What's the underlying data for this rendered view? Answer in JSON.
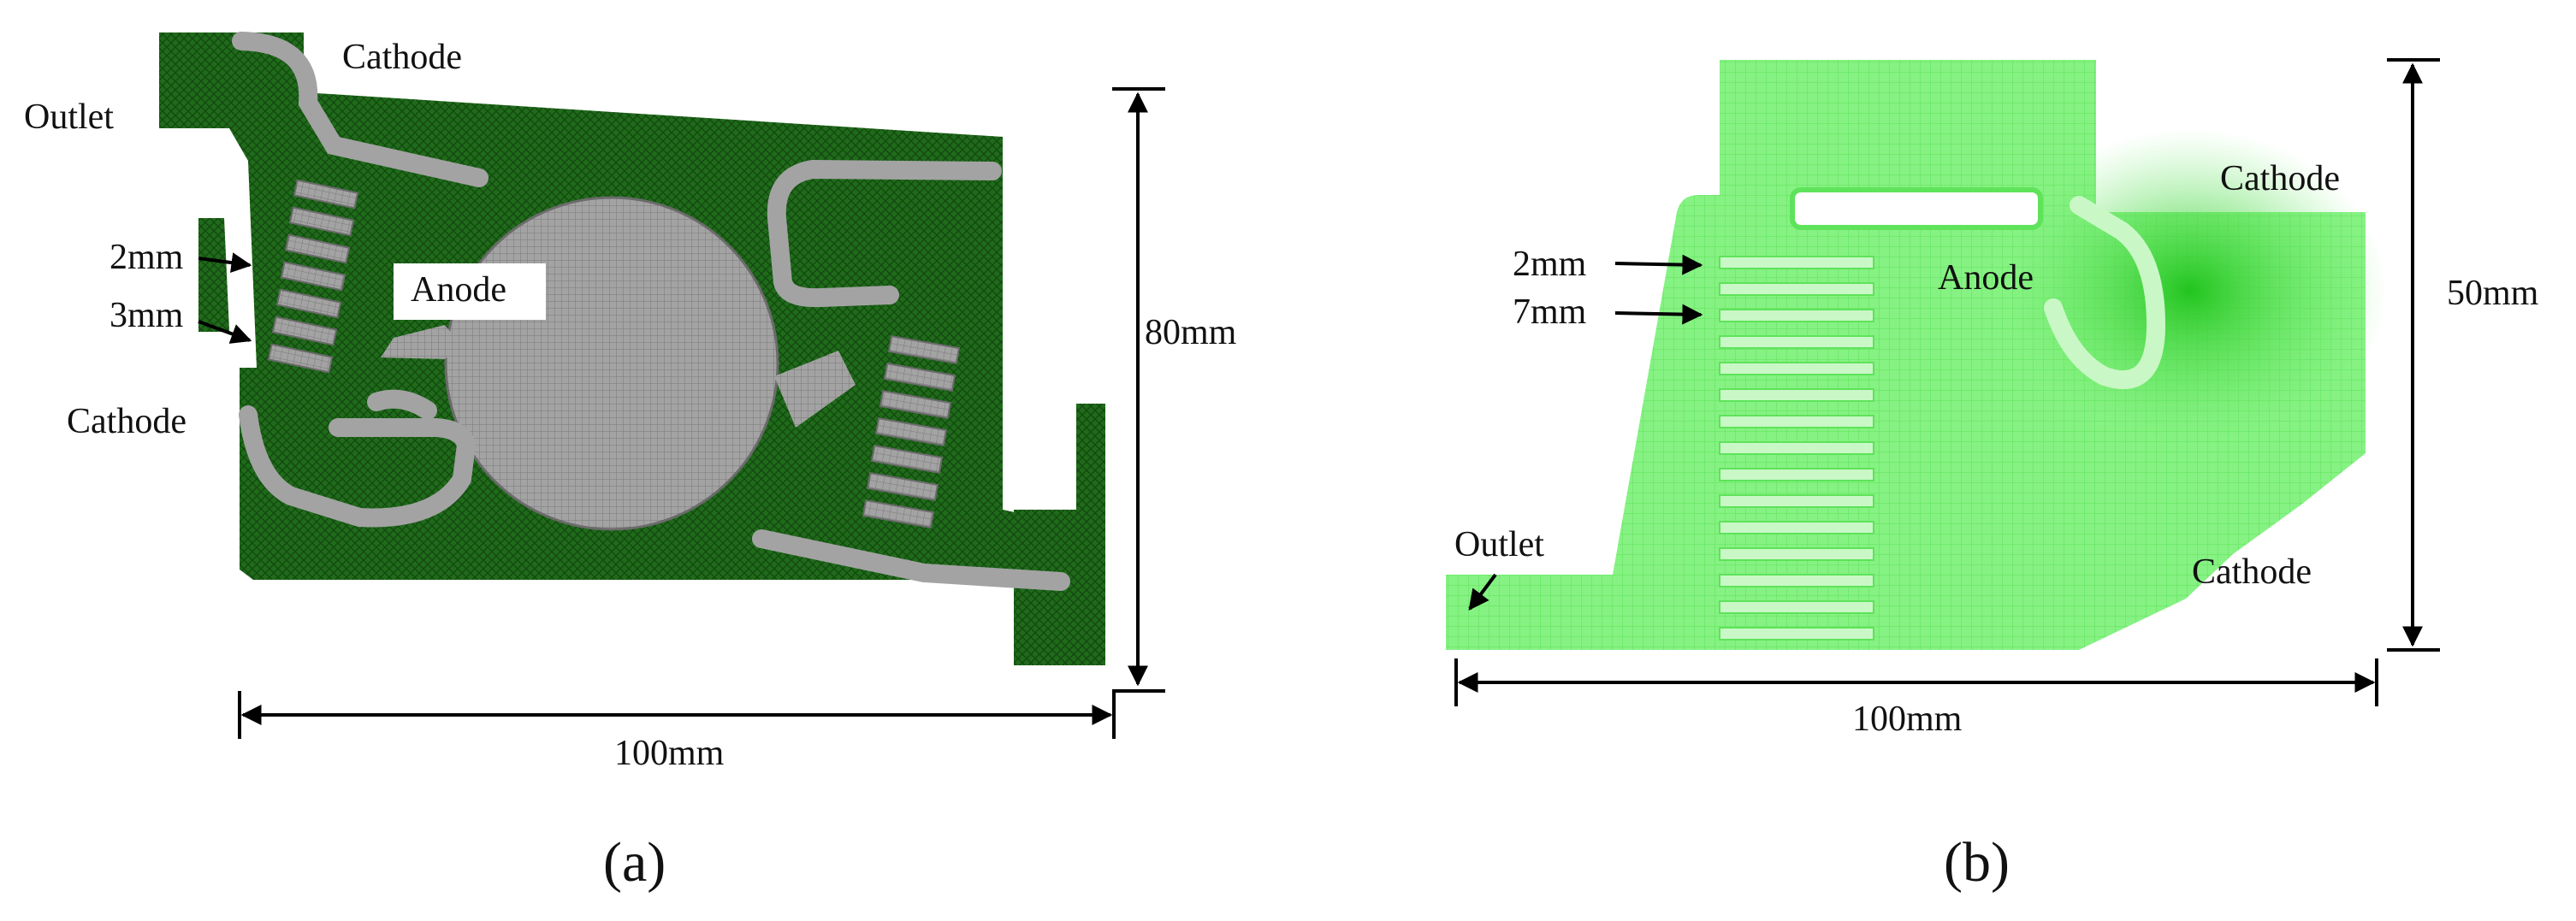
{
  "panel_a": {
    "labels": {
      "cathode_top": "Cathode",
      "outlet": "Outlet",
      "dim_2mm": "2mm",
      "dim_3mm": "3mm",
      "anode": "Anode",
      "cathode_left": "Cathode"
    },
    "dim_height": "80mm",
    "dim_width": "100mm",
    "caption": "(a)",
    "colors": {
      "mesh": "#1f6b1a",
      "mesh_dark": "#134a10",
      "inner_mesh": "#9a9a9a"
    }
  },
  "panel_b": {
    "labels": {
      "dim_2mm": "2mm",
      "dim_7mm": "7mm",
      "anode": "Anode",
      "cathode_right": "Cathode",
      "outlet": "Outlet",
      "cathode_bottom": "Cathode"
    },
    "dim_height": "50mm",
    "dim_width": "100mm",
    "caption": "(b)",
    "colors": {
      "mesh": "#7ef07a",
      "mesh_dense": "#38d234",
      "grid": "#5ee35a"
    }
  }
}
